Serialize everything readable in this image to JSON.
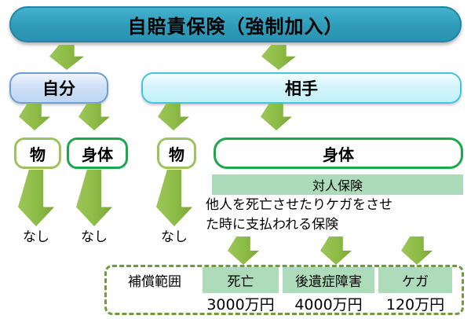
{
  "root": {
    "label": "自賠責保険（強制加入）"
  },
  "self": {
    "label": "自分",
    "property": {
      "label": "物",
      "result": "なし"
    },
    "body": {
      "label": "身体",
      "result": "なし"
    }
  },
  "other": {
    "label": "相手",
    "property": {
      "label": "物",
      "result": "なし"
    },
    "body": {
      "label": "身体"
    }
  },
  "taijin": {
    "band": "対人保険",
    "desc_line1": "他人を死亡させたりケガをさせ",
    "desc_line2": "た時に支払われる保険"
  },
  "table": {
    "label": "補償範囲",
    "columns": [
      {
        "header": "死亡",
        "amount": "3000万円"
      },
      {
        "header": "後遺症障害",
        "amount": "4000万円"
      },
      {
        "header": "ケガ",
        "amount": "120万円"
      }
    ]
  },
  "colors": {
    "root_teal": "#2f9cba",
    "self_blue_fill": "#bdd6f2",
    "self_blue_border": "#6d9ed6",
    "other_cyan_fill": "#c2f0f9",
    "other_cyan_border": "#44c4e0",
    "leaf_lightgreen_border": "#9dc45c",
    "leaf_green_border": "#1ca64e",
    "band_green": "#abdbba",
    "dashed_green": "#6f9a3d",
    "arrow_green": "#8cbb45"
  }
}
